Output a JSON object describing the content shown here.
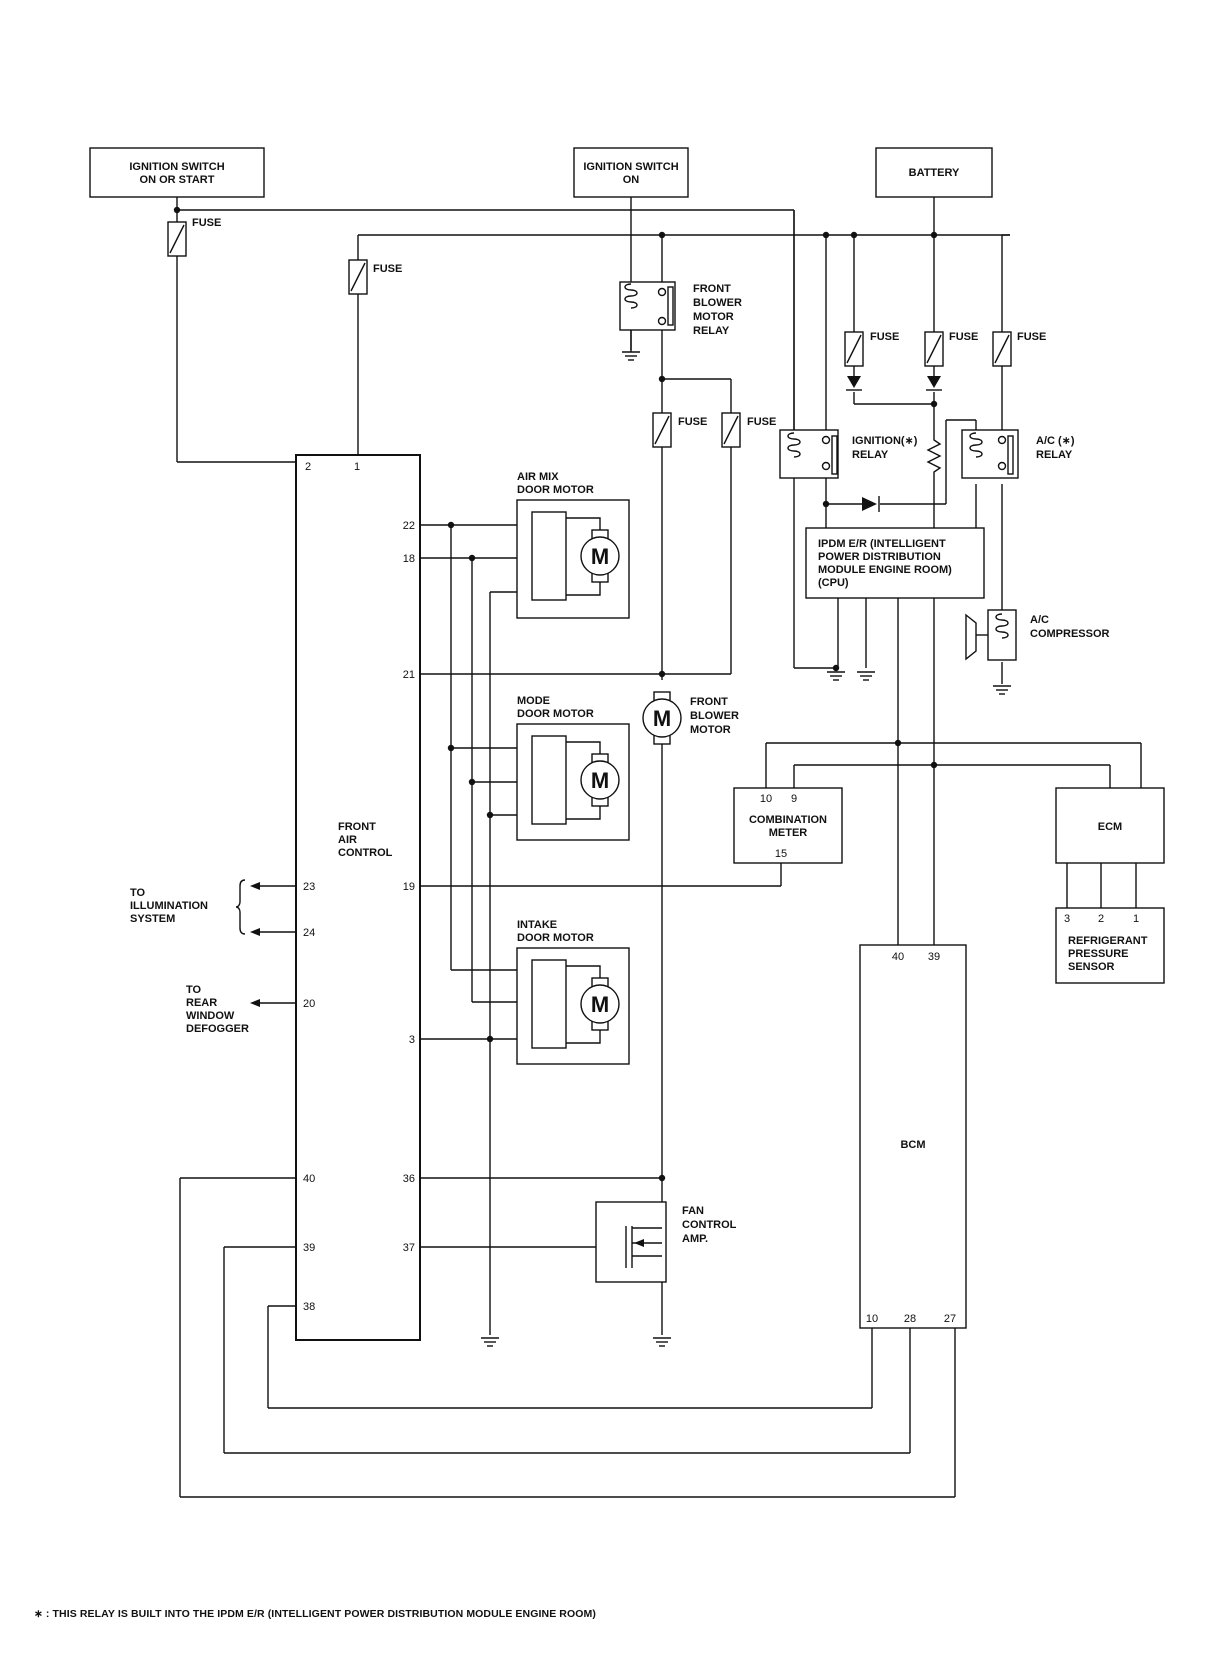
{
  "title": "A/C and heater wiring schematic",
  "sources": {
    "ign_on_start": [
      "IGNITION SWITCH",
      "ON OR START"
    ],
    "ign_on": [
      "IGNITION SWITCH",
      "ON"
    ],
    "battery": "BATTERY"
  },
  "fuse_label": "FUSE",
  "relays": {
    "front_blower": [
      "FRONT",
      "BLOWER",
      "MOTOR",
      "RELAY"
    ],
    "ignition": [
      "IGNITION(∗)",
      "RELAY"
    ],
    "ac": [
      "A/C (∗)",
      "RELAY"
    ]
  },
  "modules": {
    "front_air_control": {
      "name": [
        "FRONT",
        "AIR",
        "CONTROL"
      ],
      "pins": {
        "p2": "2",
        "p1": "1",
        "p22": "22",
        "p18": "18",
        "p21": "21",
        "p19": "19",
        "p23": "23",
        "p24": "24",
        "p20": "20",
        "p3": "3",
        "p40": "40",
        "p36": "36",
        "p39": "39",
        "p37": "37",
        "p38": "38"
      }
    },
    "ipdm": [
      "IPDM E/R (INTELLIGENT",
      "POWER DISTRIBUTION",
      "MODULE ENGINE ROOM)",
      "(CPU)"
    ],
    "combination_meter": {
      "name": [
        "COMBINATION",
        "METER"
      ],
      "pins": {
        "p10": "10",
        "p9": "9",
        "p15": "15"
      }
    },
    "ecm": "ECM",
    "refrigerant_sensor": {
      "name": [
        "REFRIGERANT",
        "PRESSURE",
        "SENSOR"
      ],
      "pins": {
        "p3": "3",
        "p2": "2",
        "p1": "1"
      }
    },
    "bcm": {
      "name": "BCM",
      "pins": {
        "p40": "40",
        "p39": "39",
        "p10": "10",
        "p28": "28",
        "p27": "27"
      }
    }
  },
  "motors": {
    "air_mix": [
      "AIR MIX",
      "DOOR MOTOR"
    ],
    "mode": [
      "MODE",
      "DOOR MOTOR"
    ],
    "intake": [
      "INTAKE",
      "DOOR MOTOR"
    ],
    "front_blower": [
      "FRONT",
      "BLOWER",
      "MOTOR"
    ],
    "motor_symbol": "M"
  },
  "fan_control_amp": [
    "FAN",
    "CONTROL",
    "AMP."
  ],
  "ac_compressor": [
    "A/C",
    "COMPRESSOR"
  ],
  "external": {
    "illumination": [
      "TO",
      "ILLUMINATION",
      "SYSTEM"
    ],
    "rear_defogger": [
      "TO",
      "REAR",
      "WINDOW",
      "DEFOGGER"
    ]
  },
  "footnote": "∗ : THIS RELAY IS BUILT INTO THE IPDM E/R (INTELLIGENT POWER DISTRIBUTION MODULE ENGINE ROOM)"
}
